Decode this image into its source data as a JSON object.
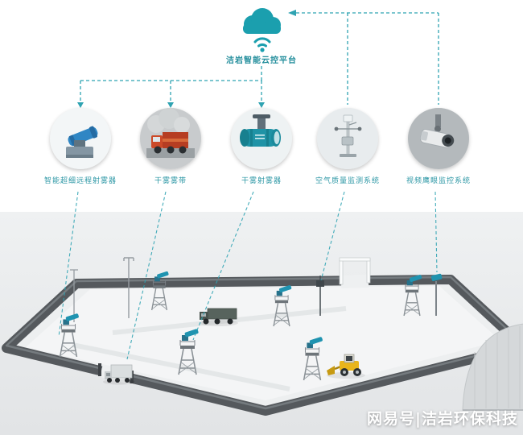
{
  "cloud": {
    "label": "洁岩智能云控平台",
    "icon": "cloud-wifi-icon"
  },
  "devices": [
    {
      "label": "智能超细远程射雾器",
      "icon": "fog-cannon-icon"
    },
    {
      "label": "干雾雾带",
      "icon": "fog-truck-icon"
    },
    {
      "label": "干雾射雾器",
      "icon": "dry-fog-sprayer-icon"
    },
    {
      "label": "空气质量监测系统",
      "icon": "air-quality-station-icon"
    },
    {
      "label": "视频鹰眼监控系统",
      "icon": "surveillance-camera-icon"
    }
  ],
  "watermark": {
    "text": "网易号|洁岩环保科技"
  },
  "colors": {
    "accent_teal": "#1b9fae",
    "label_teal": "#2c97a5",
    "wall_gray": "#55595d",
    "scene_bg": "#e9ebec",
    "machine_blue": "#2f86c4",
    "loader_yellow": "#e9b51c",
    "truck_red": "#b63d22"
  }
}
